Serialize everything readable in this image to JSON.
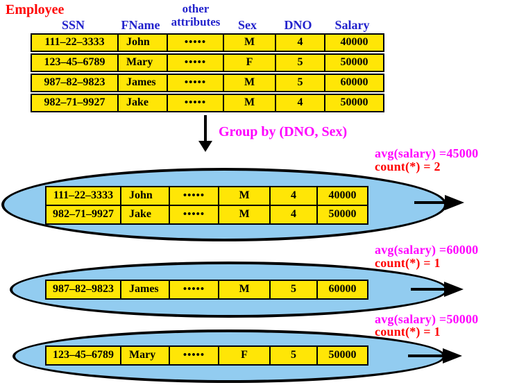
{
  "title": "Employee",
  "group_by_label": "Group by (DNO, Sex)",
  "headers": {
    "ssn": "SSN",
    "fname": "FName",
    "other_line1": "other",
    "other_line2": "attributes",
    "sex": "Sex",
    "dno": "DNO",
    "salary": "Salary"
  },
  "employee_rows": [
    [
      "111–22–3333",
      "John",
      "•••••",
      "M",
      "4",
      "40000"
    ],
    [
      "123–45–6789",
      "Mary",
      "•••••",
      "F",
      "5",
      "50000"
    ],
    [
      "987–82–9823",
      "James",
      "•••••",
      "M",
      "5",
      "60000"
    ],
    [
      "982–71–9927",
      "Jake",
      "•••••",
      "M",
      "4",
      "50000"
    ]
  ],
  "groups": [
    {
      "avg_label": "avg(salary) =45000",
      "count_label": "count(*) = 2",
      "rows": [
        [
          "111–22–3333",
          "John",
          "•••••",
          "M",
          "4",
          "40000"
        ],
        [
          "982–71–9927",
          "Jake",
          "•••••",
          "M",
          "4",
          "50000"
        ]
      ]
    },
    {
      "avg_label": "avg(salary) =60000",
      "count_label": "count(*) = 1",
      "rows": [
        [
          "987–82–9823",
          "James",
          "•••••",
          "M",
          "5",
          "60000"
        ]
      ]
    },
    {
      "avg_label": "avg(salary) =50000",
      "count_label": "count(*) = 1",
      "rows": [
        [
          "123–45–6789",
          "Mary",
          "•••••",
          "F",
          "5",
          "50000"
        ]
      ]
    }
  ],
  "colors": {
    "title_red": "#ff0000",
    "header_blue": "#2222cc",
    "label_magenta": "#ff00ff",
    "count_red": "#ff0000",
    "cell_yellow": "#ffe606",
    "ellipse_blue": "#92ccf0",
    "line_black": "#000000"
  }
}
